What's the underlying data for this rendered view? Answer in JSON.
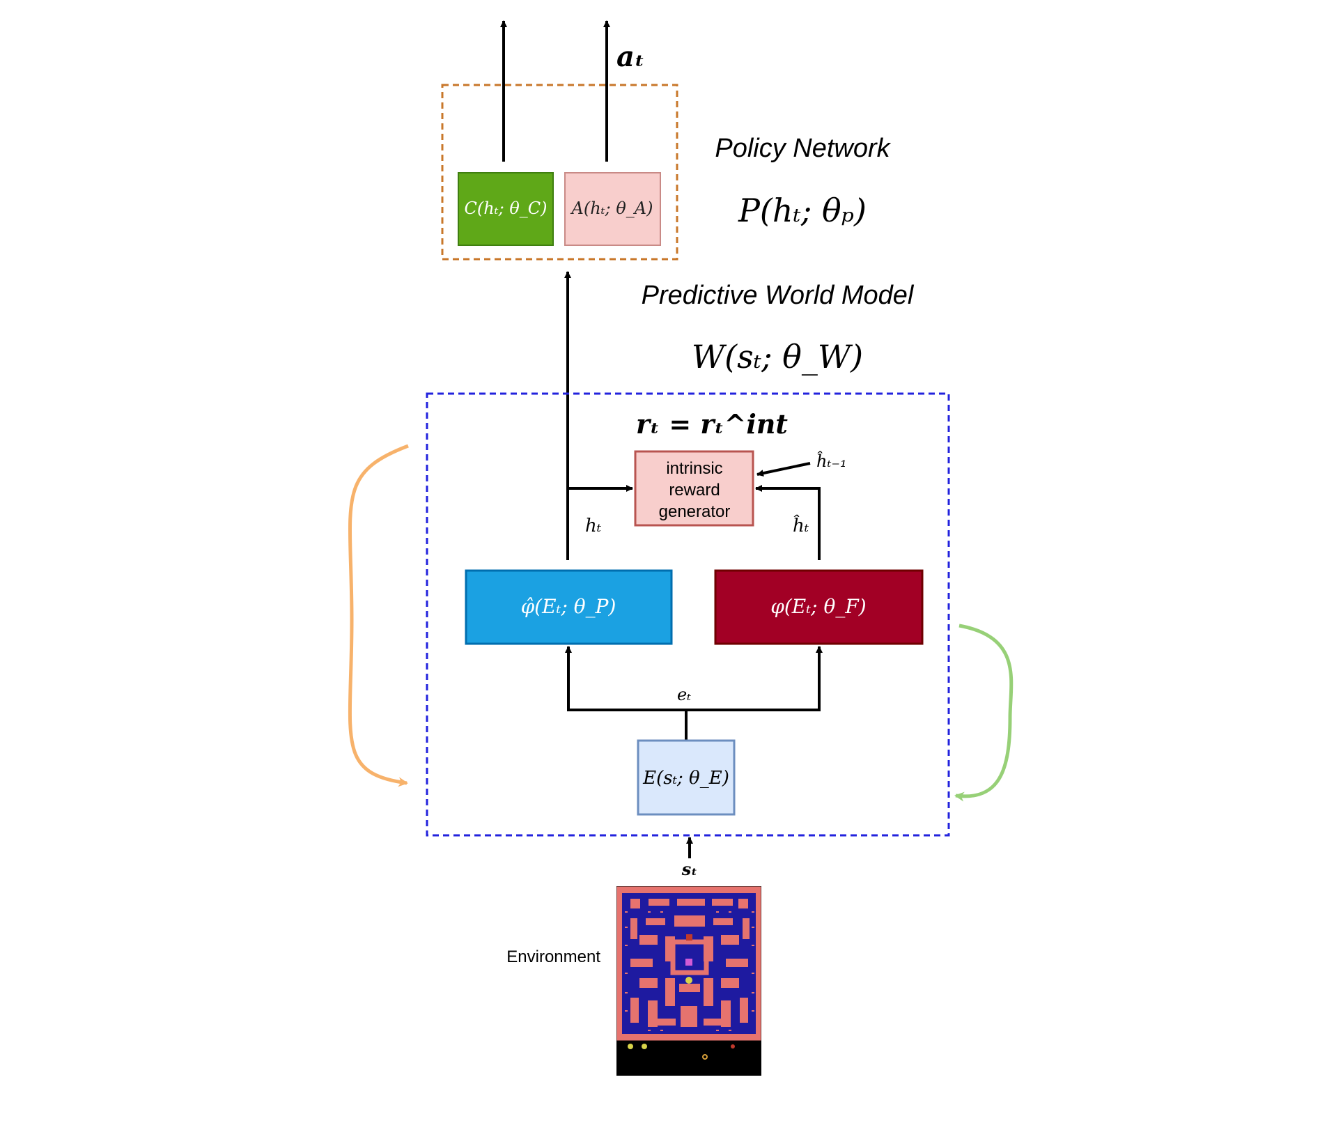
{
  "policy": {
    "title": "Policy Network",
    "formula": "P(hₜ; θₚ)",
    "critic_label": "C(hₜ; θ_C)",
    "actor_label": "A(hₜ; θ_A)",
    "action_label": "aₜ"
  },
  "world_model": {
    "title": "Predictive World Model",
    "formula": "W(sₜ; θ_W)",
    "reward_formula": "rₜ = rₜ^int",
    "reward_box_lines": [
      "intrinsic",
      "reward",
      "generator"
    ],
    "prev_hidden_label": "ĥₜ₋₁",
    "hidden_label": "hₜ",
    "predicted_hidden_label": "ĥₜ",
    "predictor_label": "φ̂(Eₜ; θ_P)",
    "target_label": "φ(Eₜ; θ_F)",
    "embedding_label": "eₜ",
    "encoder_label": "E(sₜ; θ_E)"
  },
  "environment": {
    "label": "Environment",
    "state_label": "sₜ"
  },
  "colors": {
    "critic_green": "#5fa818",
    "actor_pink": "#f8cecc",
    "predictor_blue": "#1ba1e2",
    "target_red": "#a20025",
    "encoder_blue": "#dae8fc",
    "reward_pink": "#f8cecc",
    "policy_border": "#c8772a",
    "world_border": "#2222dd",
    "orange_arrow": "#f7b26b",
    "green_arrow": "#97d077",
    "maze_blue": "#1e1aa0",
    "maze_wall": "#e6736e"
  }
}
